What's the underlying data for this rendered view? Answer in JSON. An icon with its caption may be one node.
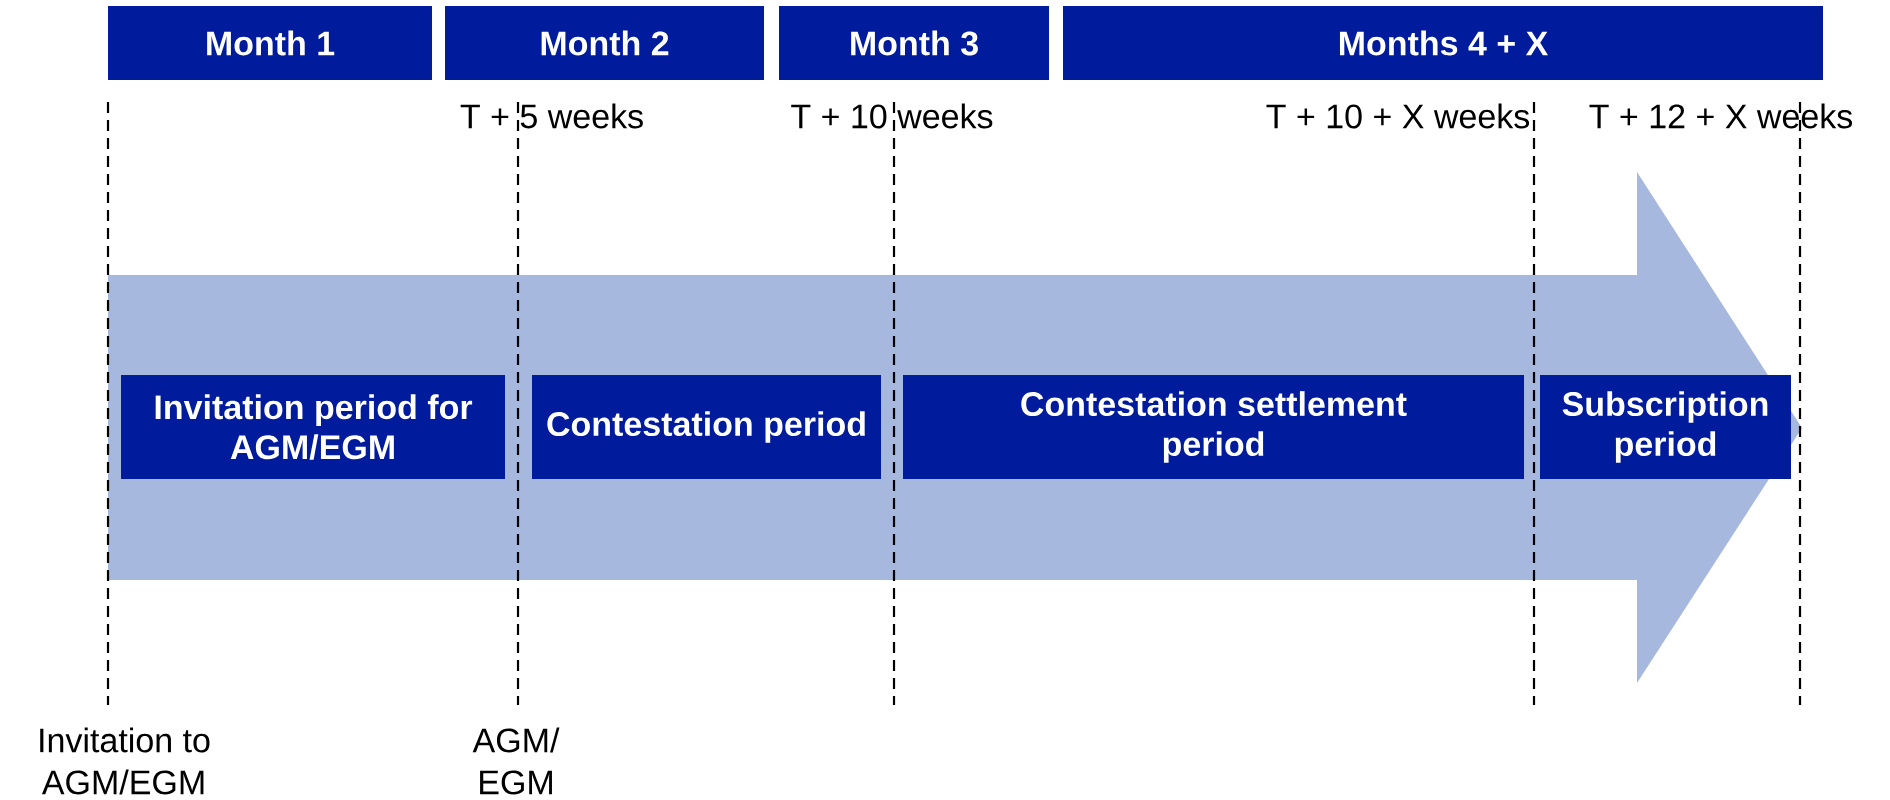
{
  "diagram": {
    "nodes": [
      {
        "text": [
          "Month 1"
        ]
      },
      {
        "text": [
          "Month 2"
        ]
      },
      {
        "text": [
          "Month 3"
        ]
      },
      {
        "text": [
          "Months 4 + X"
        ]
      },
      {
        "text": [
          "Invitation period for AGM/EGM"
        ]
      },
      {
        "text": [
          "Contestation period"
        ]
      },
      {
        "text": [
          "Contestation settlement period"
        ]
      },
      {
        "text": [
          "Subscription period"
        ]
      }
    ],
    "labels": [
      "T + 5 weeks",
      "T + 10 weeks",
      "T + 10 + X weeks",
      "T + 12 + X weeks",
      "Invitation to AGM/EGM",
      "AGM/ EGM"
    ]
  }
}
